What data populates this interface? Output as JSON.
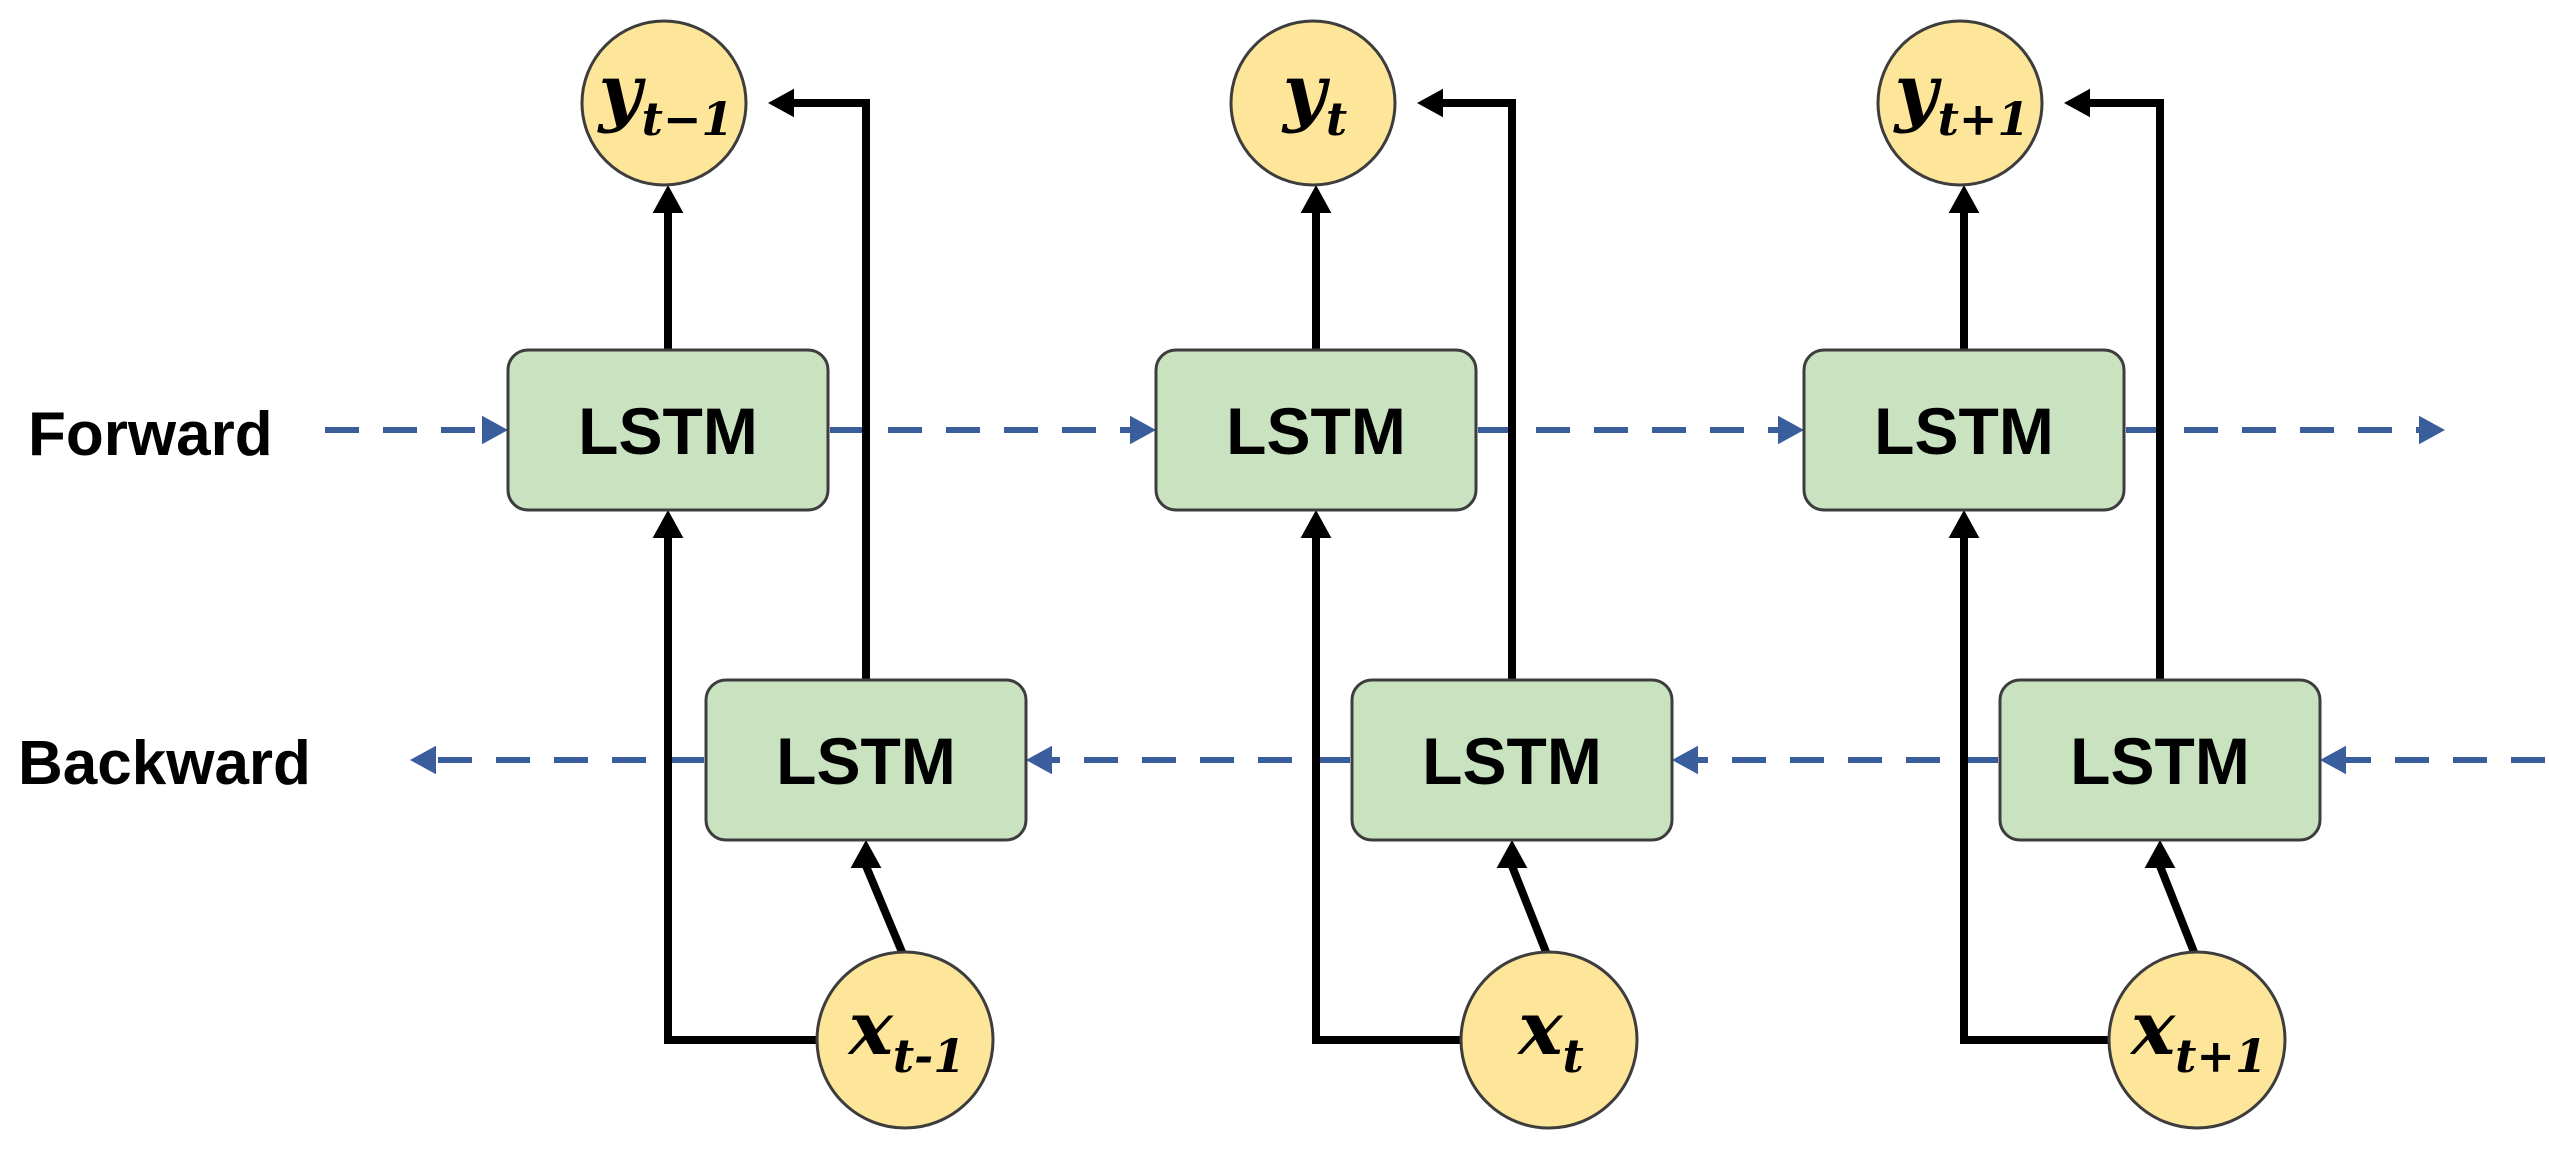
{
  "labels": {
    "forward": "Forward",
    "backward": "Backward"
  },
  "cell_label": "LSTM",
  "timesteps": [
    {
      "output": {
        "base": "y",
        "sub": "t−1"
      },
      "input": {
        "base": "x",
        "sub": "t-1"
      }
    },
    {
      "output": {
        "base": "y",
        "sub": "t"
      },
      "input": {
        "base": "x",
        "sub": "t"
      }
    },
    {
      "output": {
        "base": "y",
        "sub": "t+1"
      },
      "input": {
        "base": "x",
        "sub": "t+1"
      }
    }
  ],
  "colors": {
    "lstm_fill": "#c9e3c1",
    "node_fill": "#fde59a",
    "dashed_arrow": "#3a5e9c",
    "solid_arrow": "#000000"
  }
}
